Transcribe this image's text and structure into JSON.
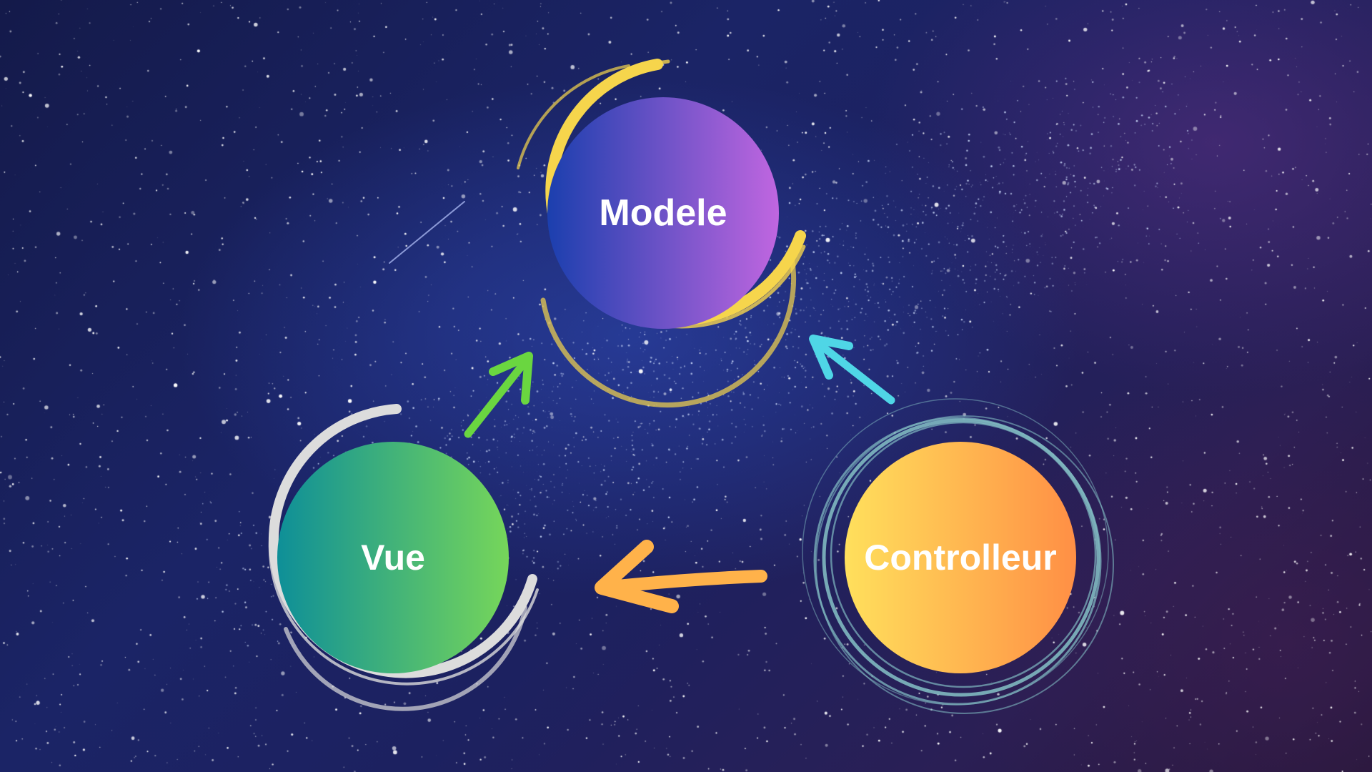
{
  "nodes": {
    "model": {
      "label": "Modele"
    },
    "view": {
      "label": "Vue"
    },
    "controller": {
      "label": "Controlleur"
    }
  },
  "colors": {
    "model_gradient": [
      "#1b3fae",
      "#c066e0"
    ],
    "view_gradient": [
      "#0e8f98",
      "#76d65a"
    ],
    "controller_gradient": [
      "#ffe05c",
      "#ff8f45"
    ],
    "model_ring": "#f6d54c",
    "view_ring": "#dcdcdc",
    "controller_ring": "#7fb8c0",
    "arrow_view_to_model": "#6ad640",
    "arrow_controller_to_model": "#4fd6e6",
    "arrow_controller_to_view": "#ffb24a"
  },
  "edges": [
    {
      "from": "view",
      "to": "model"
    },
    {
      "from": "controller",
      "to": "model"
    },
    {
      "from": "controller",
      "to": "view"
    }
  ]
}
